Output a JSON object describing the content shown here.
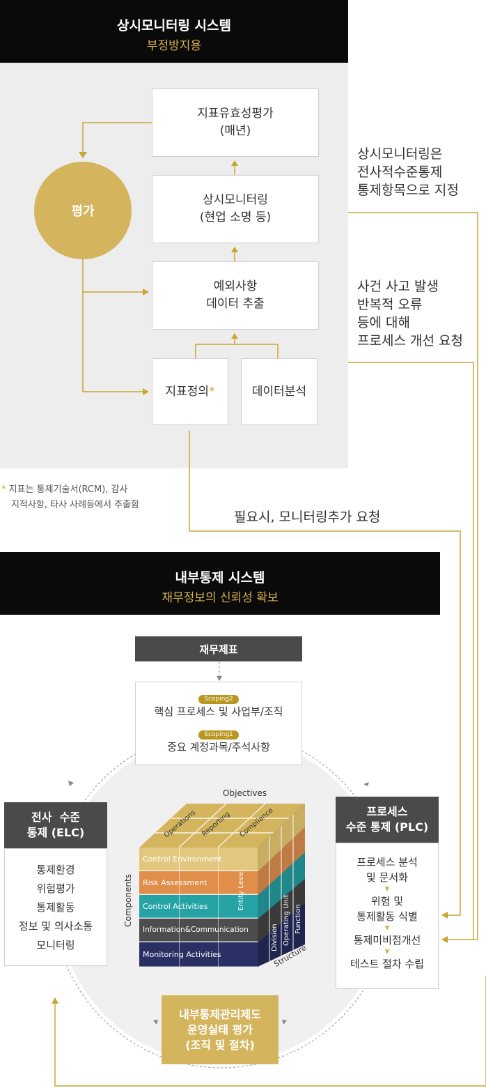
{
  "top_section": {
    "title": "상시모니터링 시스템",
    "subtitle": "부정방지용",
    "circle_label": "평가",
    "boxes": {
      "effectiveness": [
        "지표유효성평가",
        "(매년)"
      ],
      "monitoring": [
        "상시모니터링",
        "(현업 소명 등)"
      ],
      "exception": [
        "예외사항",
        "데이터 추출"
      ],
      "indicator": "지표정의",
      "indicator_star": "*",
      "analysis": "데이터분석"
    },
    "footnote_star": "*",
    "footnote_lines": [
      "지표는 통제기술서(RCM), 감사",
      "지적사항, 타사 사례등에서 추출함"
    ]
  },
  "side_notes": {
    "note1": [
      "상시모니터링은",
      "전사적수준통제",
      "통제항목으로 지정"
    ],
    "note2": [
      "사건 사고 발생",
      "반복적 오류",
      "등에 대해",
      "프로세스 개선 요청"
    ],
    "note3": "필요시, 모니터링추가 요청"
  },
  "bottom_section": {
    "title": "내부통제 시스템",
    "subtitle": "재무정보의 신뢰성 확보",
    "financial": "재무제표",
    "scoping2": "Scoping2",
    "scoping2_text": "핵심 프로세스 및 사업부/조직",
    "scoping1": "Scoping1",
    "scoping1_text": "중요 계정과목/주석사항",
    "elc_title": [
      "전사  수준",
      "통제 (ELC)"
    ],
    "elc_items": [
      "통제환경",
      "위험평가",
      "통제활동",
      "정보 및 의사소통",
      "모니터링"
    ],
    "plc_title": [
      "프로세스",
      "수준 통제 (PLC)"
    ],
    "plc_items": [
      "프로세스 분석",
      "및 문서화",
      "위험 및",
      "통제활동 식별",
      "통제미비점개선",
      "테스트 절차 수립"
    ],
    "evaluation": [
      "내부통제관리제도",
      "운영실태 평가",
      "(조직 및 절차)"
    ]
  },
  "cube": {
    "objectives_label": "Objectives",
    "components_label": "Components",
    "structure_label": "Structure",
    "top_labels": [
      "Operations",
      "Reporting",
      "Compliance"
    ],
    "rows": [
      "Control Environment",
      "Risk Assessment",
      "Control Activities",
      "Information&Communication",
      "Monitoring Activities"
    ],
    "side_labels": [
      "Entity Level",
      "Division",
      "Operating Unit",
      "Function"
    ],
    "colors": {
      "row1": "#e2c77e",
      "row2": "#e08e49",
      "row3": "#26a3a5",
      "row4": "#4d4d4d",
      "row5": "#2a3063",
      "gold": "#d4b45c",
      "dark": "#0a0a0a"
    }
  }
}
